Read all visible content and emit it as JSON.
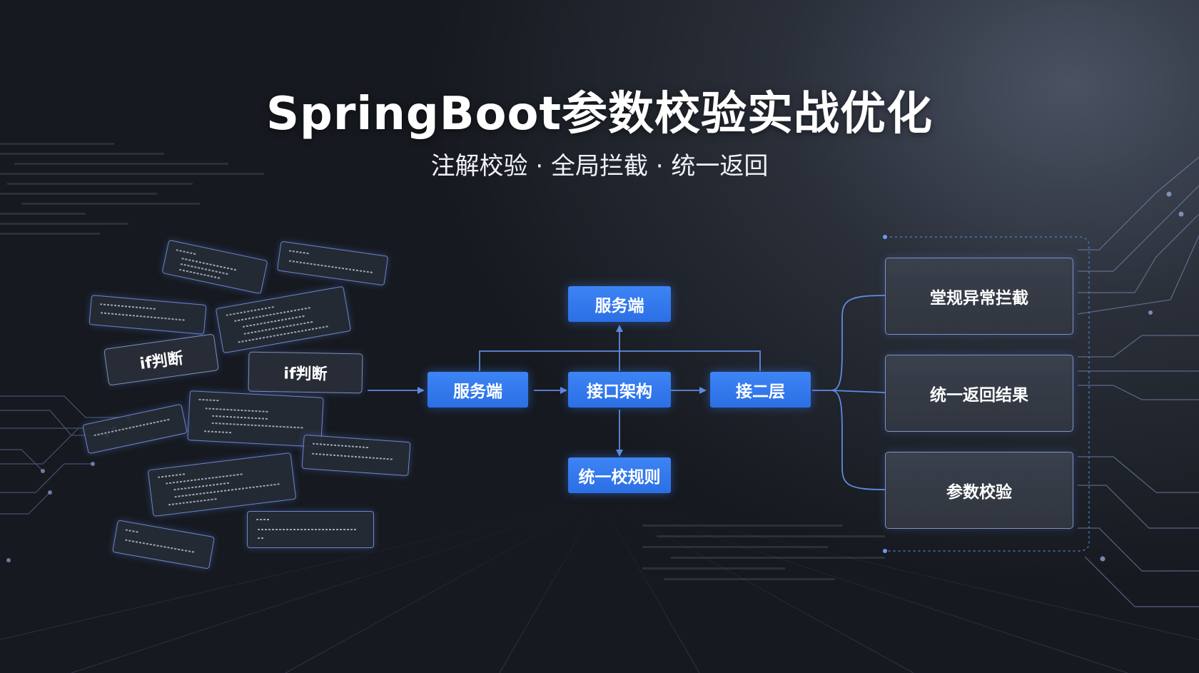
{
  "title": "SpringBoot参数校验实战优化",
  "subtitle": "注解校验 · 全局拦截 · 统一返回",
  "left_cards": {
    "if_labels": [
      "if判断",
      "if判断"
    ]
  },
  "flow": {
    "top": "服务端",
    "left": "服务端",
    "center": "接口架构",
    "right": "接二层",
    "bottom": "统一校规则"
  },
  "results": [
    "堂规异常拦截",
    "统一返回结果",
    "参数校验"
  ],
  "colors": {
    "accent_blue": "#2f74ec",
    "line_blue": "#4f7fd8",
    "card_border": "#7c91c4",
    "background": "#16191f"
  }
}
